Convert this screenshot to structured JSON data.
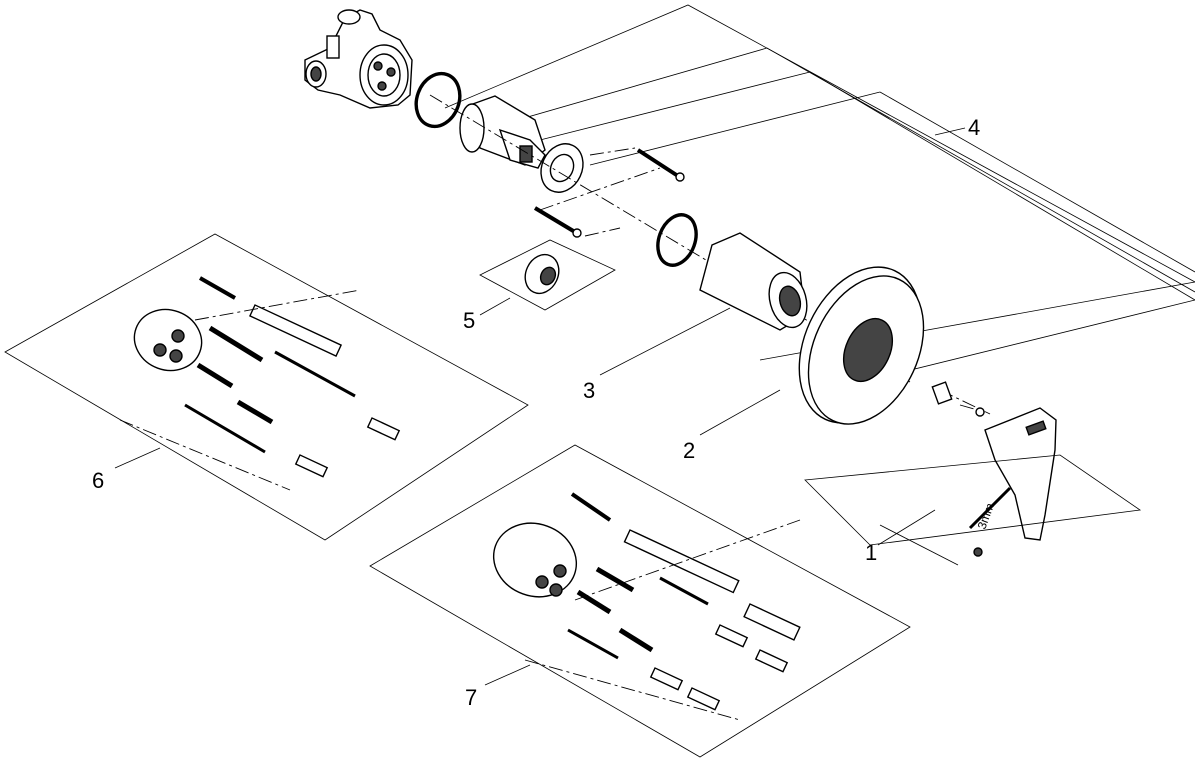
{
  "callouts": {
    "c1": "1",
    "c2": "2",
    "c3": "3",
    "c4": "4",
    "c5": "5",
    "c6": "6",
    "c7": "7"
  },
  "tool_label": "3mm"
}
